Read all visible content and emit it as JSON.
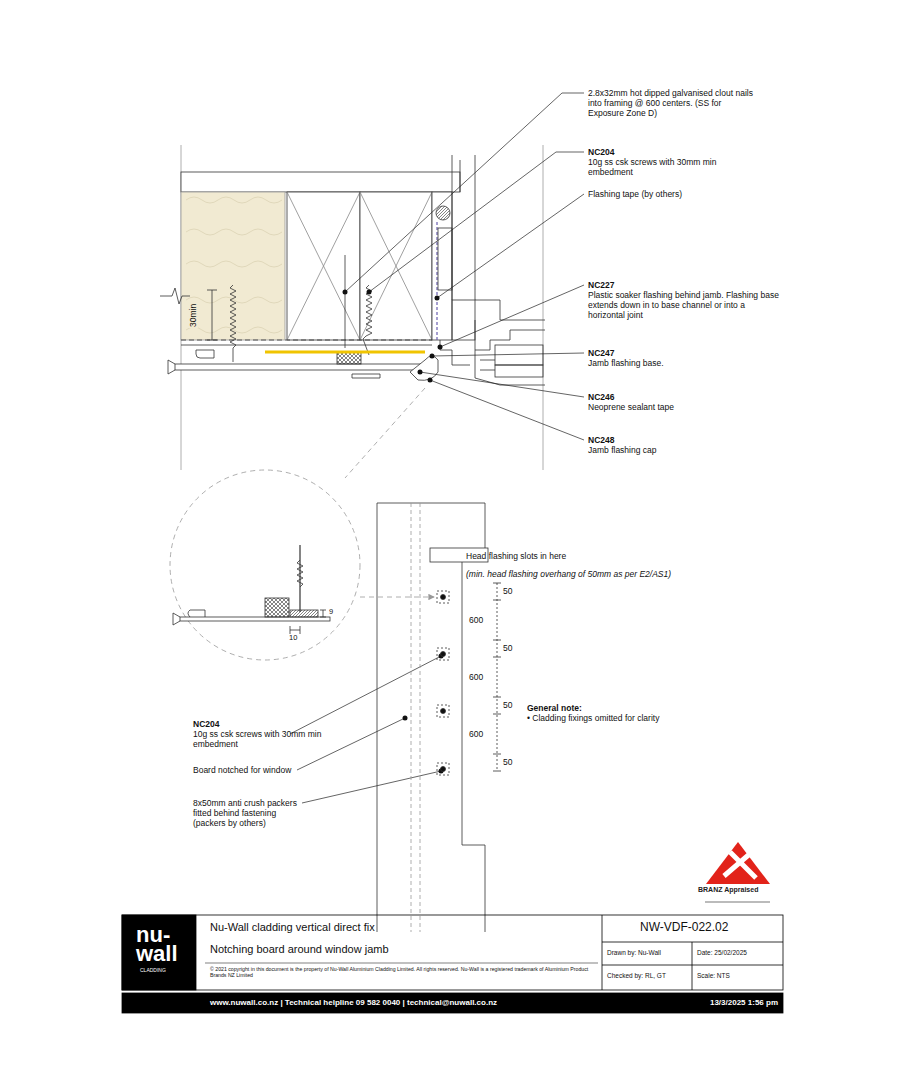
{
  "diagram": {
    "title": "Nu-Wall cladding vertical direct fix",
    "labels": [
      "2.8x32mm hot dipped galvanised clout nails into framing @ 600 centers. (SS for Exposure Zone D)",
      "NC204",
      "10g ss csk screws with 30mm min embedment",
      "Flashing tape (by others)",
      "NC227",
      "Plastic soaker flashing behind jamb. Flashing base extends down in to base channel or into a horizontal joint",
      "NC247",
      "Jamb flashing base.",
      "NC246",
      "Neoprene sealant tape",
      "NC248",
      "Jamb flashing cap",
      "30min",
      "9",
      "10",
      "Head flashing slots in here",
      "(min. head flashing overhang of 50mm as per E2/AS1)",
      "50",
      "600",
      "50",
      "600",
      "50",
      "600",
      "50",
      "General note:",
      "• Cladding fixings omitted for clarity",
      "NC204",
      "10g ss csk screws with 30mm min embedment",
      "Board notched for window",
      "8x50mm anti crush packers fitted behind fastening (packers by others)",
      "BRANZ Appraised",
      "nu- wall",
      "CLADDING",
      "Notching board around window jamb",
      "© 2021 copyright in this document is the property of Nu-Wall Aluminium Cladding Limited. All rights reserved. Nu-Wall is a registered trademark of Aluminium Product Brands NZ Limited",
      "NW-VDF-022.02",
      "Drawn by: Nu-Wall",
      "Date: 25/02/2025",
      "Checked by: RL, GT",
      "Scale: NTS",
      "www.nuwall.co.nz | Technical helpline 09 582 0040 | technical@nuwall.co.nz",
      "13/3/2025 1:56 pm"
    ]
  }
}
